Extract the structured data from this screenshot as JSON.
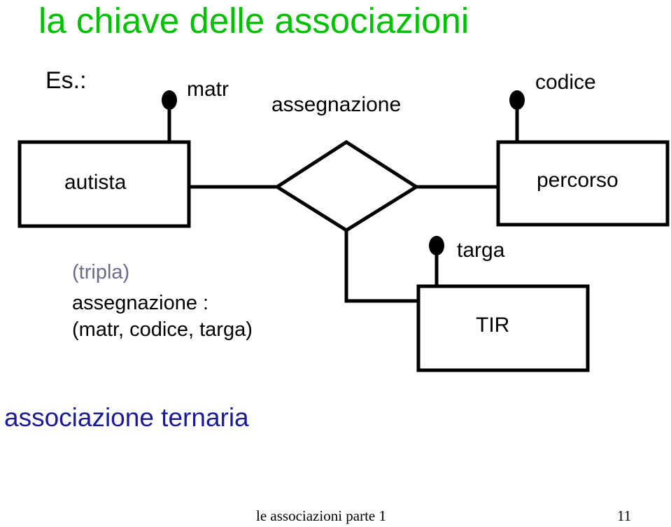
{
  "title": "la chiave delle associazioni",
  "example_label": "Es.:",
  "entities": {
    "autista": "autista",
    "percorso": "percorso",
    "tir": "TIR"
  },
  "relationship": "assegnazione",
  "attributes": {
    "matr": "matr",
    "codice": "codice",
    "targa": "targa"
  },
  "note": {
    "line1": "(tripla)",
    "line2": "assegnazione :",
    "line3": "(matr, codice, targa)"
  },
  "subtitle": "associazione ternaria",
  "footer": "le associazioni parte 1",
  "page_number": "11",
  "colors": {
    "title": "#00c000",
    "note_gray": "#6b6b8a",
    "subtitle": "#1a1a9a"
  }
}
